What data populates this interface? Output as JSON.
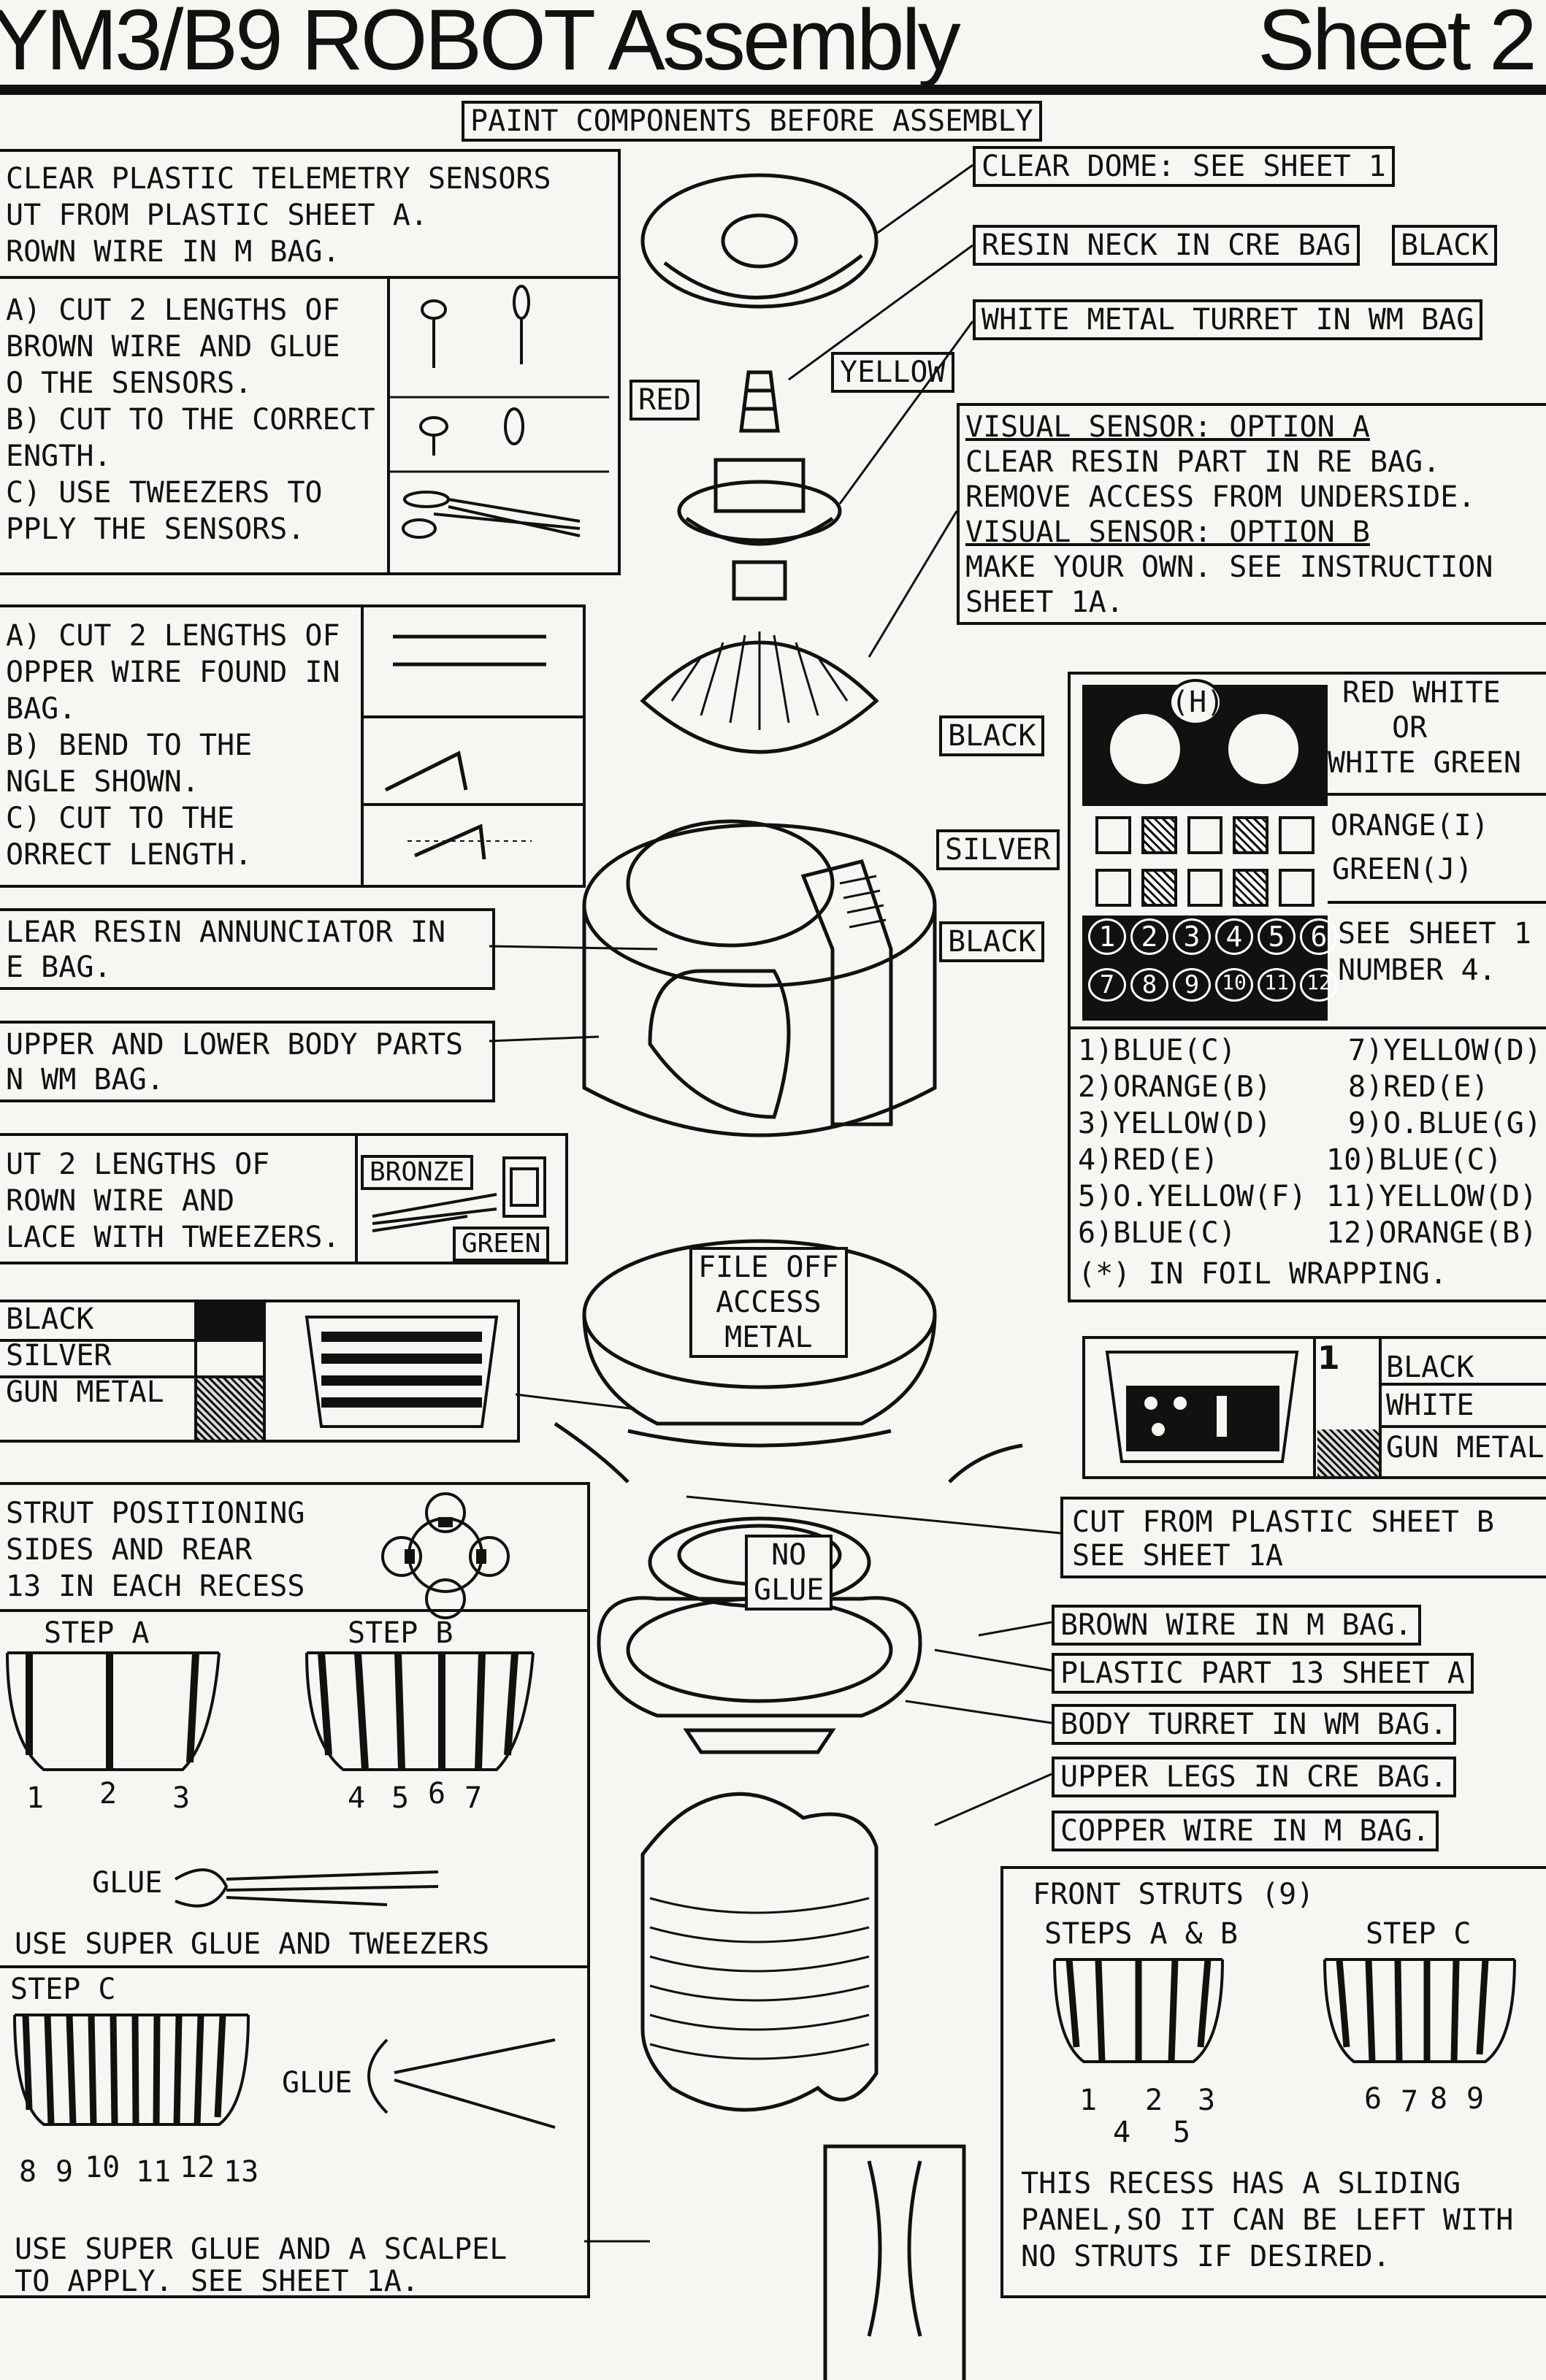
{
  "header": {
    "title": "YM3/B9 ROBOT Assembly",
    "sheet": "Sheet 2"
  },
  "banner": "PAINT COMPONENTS BEFORE ASSEMBLY",
  "sensors_box": {
    "lines": [
      "CLEAR PLASTIC TELEMETRY SENSORS",
      "UT FROM PLASTIC SHEET A.",
      "ROWN WIRE IN M BAG."
    ],
    "steps": [
      "A) CUT 2 LENGTHS OF",
      "BROWN WIRE AND GLUE",
      "O THE SENSORS.",
      "B) CUT TO THE CORRECT",
      "ENGTH.",
      "C) USE TWEEZERS TO",
      "PPLY THE SENSORS."
    ]
  },
  "copper_box": {
    "lines": [
      "A) CUT 2 LENGTHS OF",
      "OPPER WIRE FOUND IN",
      "BAG.",
      "B) BEND TO THE",
      "NGLE SHOWN.",
      "C) CUT TO THE",
      "ORRECT LENGTH."
    ]
  },
  "annunciator": [
    "LEAR RESIN ANNUNCIATOR IN",
    "E BAG."
  ],
  "body_parts": [
    "UPPER AND LOWER BODY PARTS",
    "N WM BAG."
  ],
  "bronze_box": {
    "lines": [
      "UT 2 LENGTHS OF",
      "ROWN WIRE AND",
      "LACE WITH TWEEZERS."
    ],
    "bronze": "BRONZE",
    "green": "GREEN"
  },
  "color_key_left": [
    "BLACK",
    "SILVER",
    "GUN METAL"
  ],
  "strut_box": {
    "lines": [
      "STRUT POSITIONING",
      "SIDES AND REAR",
      "13 IN EACH RECESS"
    ],
    "step_a": "STEP A",
    "step_b": "STEP B",
    "nums_a": [
      "1",
      "2",
      "3"
    ],
    "nums_b": [
      "4",
      "5",
      "6",
      "7"
    ],
    "glue": "GLUE",
    "super_glue": "USE SUPER GLUE AND TWEEZERS",
    "step_c": "STEP C",
    "nums_c": [
      "8",
      "9",
      "10",
      "11",
      "12",
      "13"
    ],
    "scalpel": [
      "USE SUPER GLUE AND A SCALPEL",
      "TO APPLY. SEE SHEET 1A."
    ]
  },
  "right_labels": {
    "dome": "CLEAR DOME: SEE SHEET 1",
    "neck": "RESIN NECK IN CRE BAG",
    "black": "BLACK",
    "turret": "WHITE METAL TURRET IN WM BAG",
    "yellow": "YELLOW",
    "red": "RED",
    "visual": [
      "VISUAL SENSOR: OPTION A",
      "CLEAR RESIN PART IN RE BAG.",
      "REMOVE ACCESS FROM UNDERSIDE.",
      "VISUAL SENSOR: OPTION B",
      "MAKE YOUR OWN. SEE INSTRUCTION",
      "SHEET 1A."
    ]
  },
  "panel": {
    "black1": "BLACK",
    "silver": "SILVER",
    "black2": "BLACK",
    "h": "(H)",
    "right": [
      "RED WHITE",
      "OR",
      "WHITE GREEN",
      "ORANGE(I)",
      "GREEN(J)",
      "SEE SHEET 1",
      "NUMBER 4."
    ],
    "nums_top": [
      "1",
      "2",
      "3",
      "4",
      "5",
      "6"
    ],
    "nums_bot": [
      "7",
      "8",
      "9",
      "10",
      "11",
      "12"
    ],
    "list_left": [
      "1)BLUE(C)",
      "2)ORANGE(B)",
      "3)YELLOW(D)",
      "4)RED(E)",
      "5)O.YELLOW(F)",
      "6)BLUE(C)"
    ],
    "list_right": [
      "7)YELLOW(D)",
      "8)RED(E)",
      "9)O.BLUE(G)",
      "10)BLUE(C)",
      "11)YELLOW(D)",
      "12)ORANGE(B)"
    ],
    "foil": "(*) IN FOIL WRAPPING."
  },
  "file_off": [
    "FILE OFF",
    "ACCESS",
    "METAL"
  ],
  "right_key": {
    "digit": "1",
    "items": [
      "BLACK",
      "WHITE",
      "GUN METAL"
    ]
  },
  "plastic_b": [
    "CUT FROM PLASTIC SHEET B",
    "SEE SHEET 1A"
  ],
  "no_glue": [
    "NO",
    "GLUE"
  ],
  "lower_labels": [
    "BROWN WIRE IN M BAG.",
    "PLASTIC PART 13 SHEET A",
    "BODY TURRET IN WM BAG.",
    "UPPER LEGS IN CRE BAG.",
    "COPPER WIRE IN M BAG."
  ],
  "front_box": {
    "title": "FRONT STRUTS (9)",
    "steps_ab": "STEPS A & B",
    "step_c": "STEP C",
    "nums_ab": [
      "1",
      "2",
      "3",
      "4",
      "5"
    ],
    "nums_c": [
      "6",
      "7",
      "8",
      "9"
    ],
    "lines": [
      "THIS RECESS HAS A SLIDING",
      "PANEL,SO IT CAN BE LEFT WITH",
      "NO STRUTS IF DESIRED."
    ]
  }
}
